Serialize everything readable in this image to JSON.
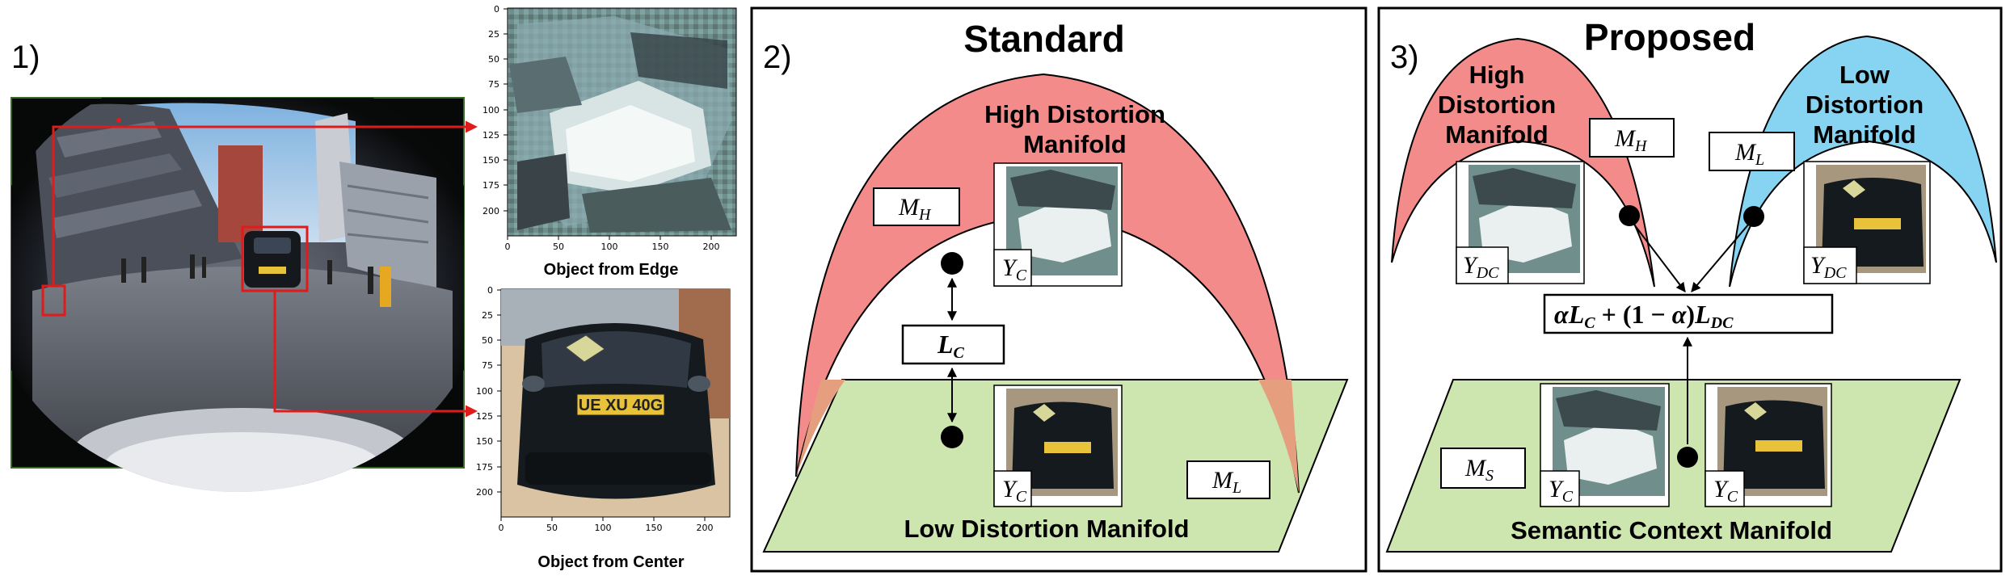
{
  "panel1": {
    "number": "1)",
    "edge_caption": "Object from Edge",
    "center_caption": "Object from Center",
    "plate_text": "UE XU 40G",
    "edge_axes": {
      "x_ticks": [
        "0",
        "50",
        "100",
        "150",
        "200"
      ],
      "y_ticks": [
        "0",
        "25",
        "50",
        "75",
        "100",
        "125",
        "150",
        "175",
        "200"
      ]
    },
    "center_axes": {
      "x_ticks": [
        "0",
        "50",
        "100",
        "150",
        "200"
      ],
      "y_ticks": [
        "0",
        "25",
        "50",
        "75",
        "100",
        "125",
        "150",
        "175",
        "200"
      ]
    }
  },
  "panel2": {
    "number": "2)",
    "title": "Standard",
    "high_manifold_line1": "High Distortion",
    "high_manifold_line2": "Manifold",
    "low_manifold": "Low Distortion Manifold",
    "m_h_base": "M",
    "m_h_sub": "H",
    "m_l_base": "M",
    "m_l_sub": "L",
    "loss_base": "L",
    "loss_sub": "C",
    "y_top_base": "Y",
    "y_top_sub": "C",
    "y_bottom_base": "Y",
    "y_bottom_sub": "C"
  },
  "panel3": {
    "number": "3)",
    "title": "Proposed",
    "high_line1": "High",
    "high_line2": "Distortion",
    "high_line3": "Manifold",
    "low_line1": "Low",
    "low_line2": "Distortion",
    "low_line3": "Manifold",
    "semantic_manifold": "Semantic Context Manifold",
    "m_h_base": "M",
    "m_h_sub": "H",
    "m_l_base": "M",
    "m_l_sub": "L",
    "m_s_base": "M",
    "m_s_sub": "S",
    "y_dc_left_base": "Y",
    "y_dc_left_sub": "DC",
    "y_dc_right_base": "Y",
    "y_dc_right_sub": "DC",
    "y_c_left_base": "Y",
    "y_c_left_sub": "C",
    "y_c_right_base": "Y",
    "y_c_right_sub": "C",
    "loss_alpha": "α",
    "loss_l1": "L",
    "loss_l1_sub": "C",
    "loss_plus": " + (1 − ",
    "loss_alpha2": "α",
    "loss_close": ")",
    "loss_l2": "L",
    "loss_l2_sub": "DC"
  },
  "colors": {
    "high_distortion": "#f48b8b",
    "low_distortion_blue": "#87d4f2",
    "low_distortion_green": "#cde6b0",
    "overlap": "#e59f7f",
    "arrow_red": "#e01b1b",
    "frame": "#000000"
  }
}
